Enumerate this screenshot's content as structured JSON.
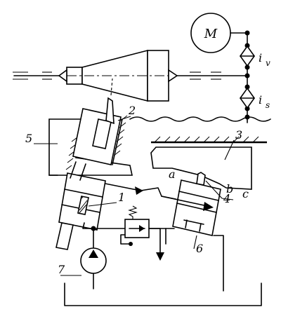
{
  "labels": {
    "motor": "M",
    "gear_v": "i",
    "gear_v_sub": "v",
    "gear_s": "i",
    "gear_s_sub": "s",
    "p1": "1",
    "p2": "2",
    "p3": "3",
    "p4": "4",
    "p5": "5",
    "p6": "6",
    "p7": "7",
    "a": "a",
    "b": "b",
    "c": "c"
  }
}
